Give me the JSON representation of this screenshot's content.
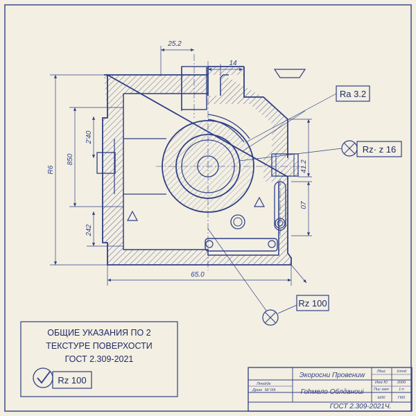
{
  "dimensions": {
    "top_width": "25.2",
    "top_small": "14",
    "left_overall": "R6",
    "left_mid": "850",
    "left_upper": "2'40",
    "left_lower": "242",
    "bottom_width": "65.0",
    "right_upper": "41.2",
    "right_lower": "07"
  },
  "roughness": {
    "ra_label": "Ra 3.2",
    "rz_z_label": "Rz· z 16",
    "rz_bottom_label": "Rz 100",
    "rz_note_label": "Rz 100"
  },
  "notes": {
    "line1": "ОБЩИЕ УКАЗАНИЯ ПО 2",
    "line2": "ТЕКСТУРЕ ПОВЕРХОСТИ",
    "line3": "ГОСТ 2.309-2021"
  },
  "title_block": {
    "title_line1": "Экоросни Провениw",
    "title_line2": "Гоhмело Облданоиi",
    "standard": "ГОСТ 2.309-2021Ч.",
    "col1": "Лbuc",
    "col2": "1mnd",
    "small_a": "Иwe Ю",
    "small_b": "2000",
    "small_c": "Пис  лam",
    "small_d": "1:n",
    "small_e": "Ы00",
    "small_f": "Гl00",
    "row_label1": "Лmeb0e",
    "row_label2": "Дpow",
    "row_label3": "M/ 00t"
  },
  "colors": {
    "paper": "#f3efe2",
    "ink": "#2e3f86",
    "text": "#1f2a66"
  }
}
